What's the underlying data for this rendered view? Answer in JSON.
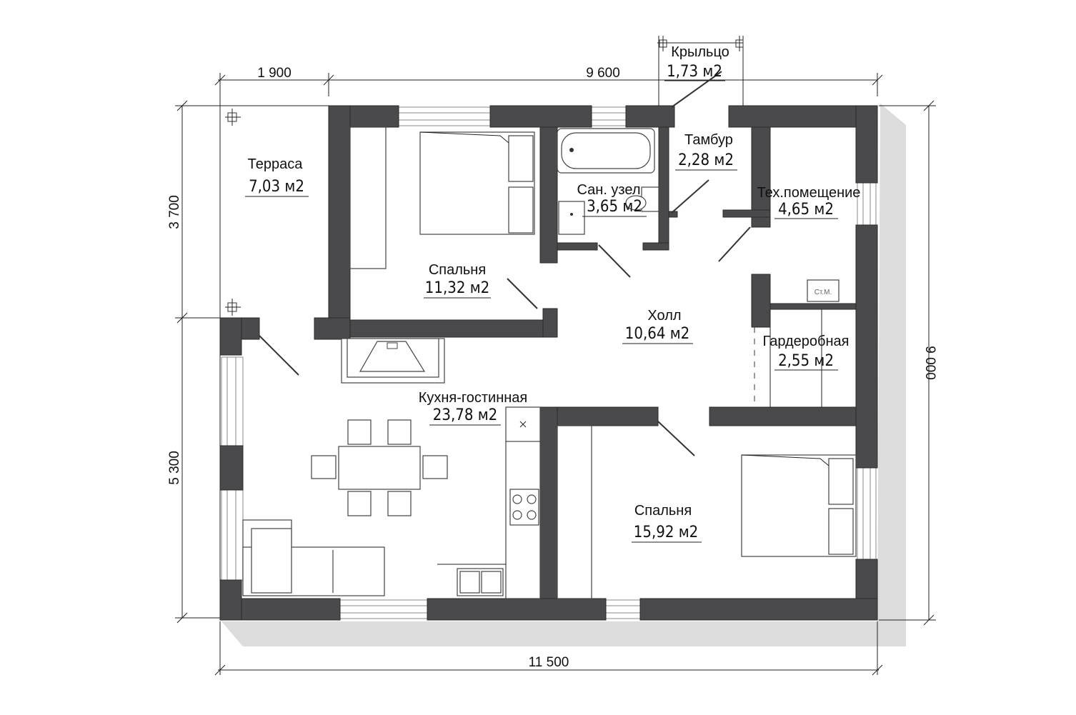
{
  "dimensions": {
    "top_left": "1 900",
    "top_right": "9 600",
    "left_top": "3 700",
    "left_bottom": "5 300",
    "right": "9 000",
    "bottom": "11 500"
  },
  "rooms": {
    "porch": {
      "name": "Крыльцо",
      "area": "1,73 м2"
    },
    "terrace": {
      "name": "Терраса",
      "area": "7,03 м2"
    },
    "vestibule": {
      "name": "Тамбур",
      "area": "2,28 м2"
    },
    "bathroom": {
      "name": "Сан. узел",
      "area": "3,65 м2"
    },
    "utility": {
      "name": "Тех.помещение",
      "area": "4,65 м2"
    },
    "bedroom1": {
      "name": "Спальня",
      "area": "11,32 м2"
    },
    "hall": {
      "name": "Холл",
      "area": "10,64 м2"
    },
    "wardrobe": {
      "name": "Гардеробная",
      "area": "2,55 м2"
    },
    "kitchen": {
      "name": "Кухня-гостинная",
      "area": "23,78 м2"
    },
    "bedroom2": {
      "name": "Спальня",
      "area": "15,92 м2"
    }
  },
  "boiler_label": "Ст.М."
}
